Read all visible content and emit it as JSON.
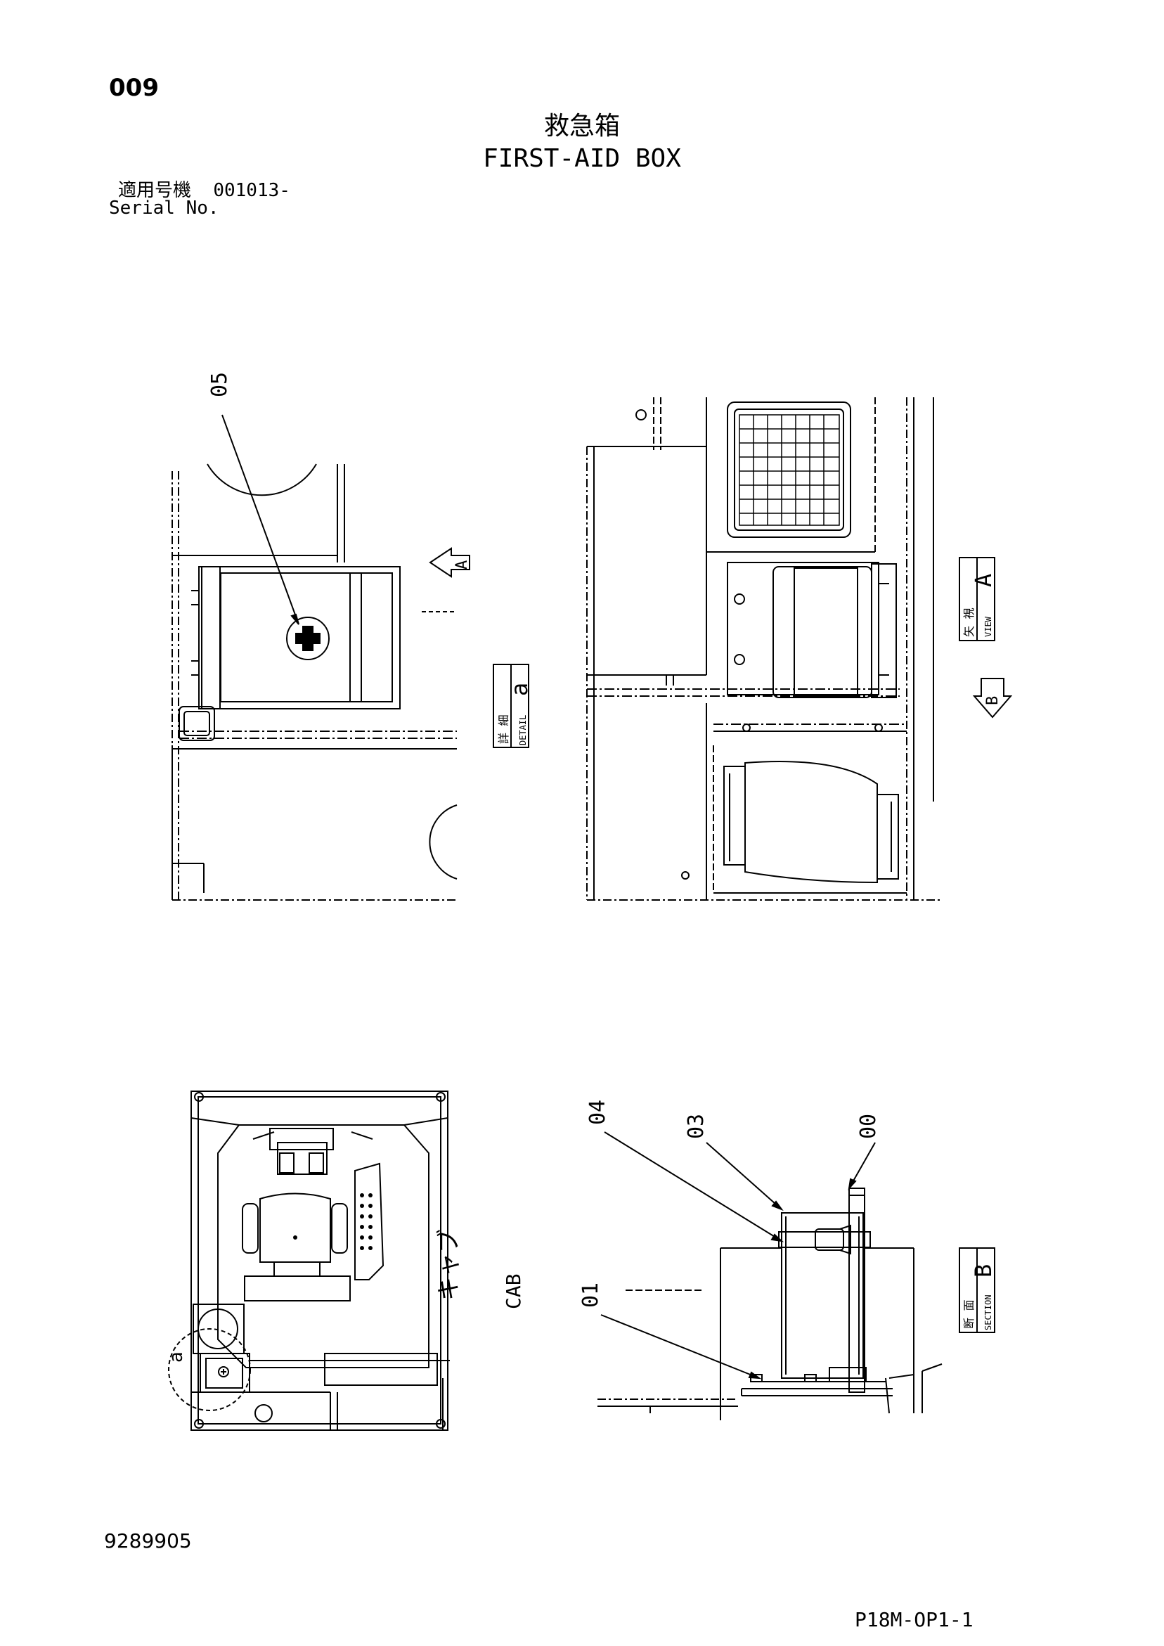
{
  "header": {
    "page_number": "009",
    "title_jp": "救急箱",
    "title_en": "FIRST-AID BOX",
    "serial_label_jp": "適用号機",
    "serial_value": "001013-",
    "serial_label_en": "Serial No."
  },
  "labels": {
    "detail": {
      "letter": "a",
      "jp": "詳 細",
      "en": "DETAIL"
    },
    "view": {
      "letter": "A",
      "jp": "矢 視",
      "en": "VIEW"
    },
    "section": {
      "letter": "B",
      "jp": "断 面",
      "en": "SECTION"
    },
    "arrow_a": "A",
    "arrow_b": "B",
    "cab_jp": "キャブ",
    "cab_en": "CAB",
    "circle_a": "a"
  },
  "callouts": [
    "05",
    "04",
    "03",
    "00",
    "01"
  ],
  "footer": {
    "doc_number": "9289905",
    "page_code": "P18M-OP1-1"
  }
}
